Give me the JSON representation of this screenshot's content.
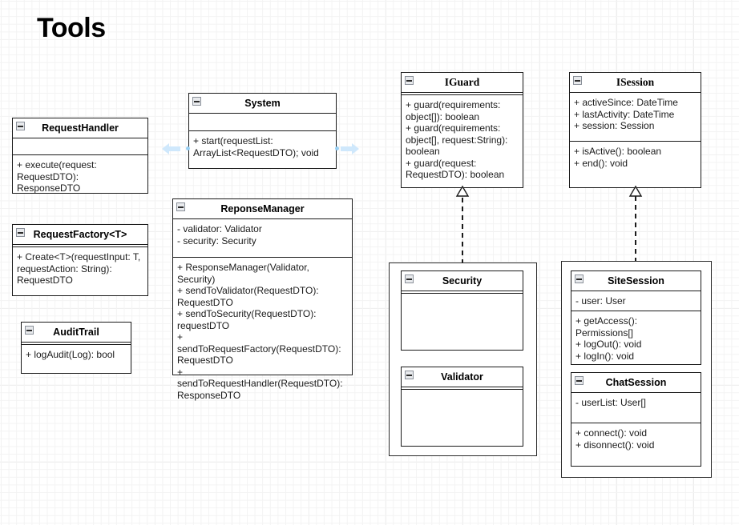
{
  "diagram": {
    "title": "Tools"
  },
  "icons": {
    "collapse": "collapse-minus-icon",
    "hover_left": "hover-arrow-left-icon",
    "hover_right": "hover-arrow-right-icon"
  },
  "classes": {
    "request_handler": {
      "name": "RequestHandler",
      "attributes": [],
      "methods": [
        "+ execute(request:",
        "RequestDTO): ResponseDTO"
      ]
    },
    "request_factory": {
      "name": "RequestFactory<T>",
      "attributes": [],
      "methods": [
        "+ Create<T>(requestInput: T,",
        "requestAction: String):",
        "RequestDTO"
      ]
    },
    "audit_trail": {
      "name": "AuditTrail",
      "attributes": [],
      "methods": [
        "+ logAudit(Log): bool"
      ]
    },
    "system": {
      "name": "System",
      "attributes": [],
      "methods": [
        "+ start(requestList:",
        "ArrayList<RequestDTO); void"
      ]
    },
    "reponse_manager": {
      "name": "ReponseManager",
      "attributes": [
        "- validator: Validator",
        "- security: Security"
      ],
      "methods": [
        "+ ResponseManager(Validator, Security)",
        "+ sendToValidator(RequestDTO):",
        "RequestDTO",
        "+ sendToSecurity(RequestDTO):",
        "requestDTO",
        "+ sendToRequestFactory(RequestDTO):",
        "RequestDTO",
        "+ sendToRequestHandler(RequestDTO):",
        "ResponseDTO"
      ]
    },
    "iguard": {
      "name": "IGuard",
      "is_interface": true,
      "attributes": [],
      "methods": [
        "+ guard(requirements:",
        "object[]): boolean",
        "+ guard(requirements:",
        "object[], request:String):",
        "boolean",
        "+ guard(request:",
        "RequestDTO): boolean"
      ]
    },
    "isession": {
      "name": "ISession",
      "is_interface": true,
      "attributes": [
        "+ activeSince: DateTime",
        "+ lastActivity: DateTime",
        "+ session: Session"
      ],
      "methods": [
        "+ isActive(): boolean",
        "+ end(): void"
      ]
    },
    "security": {
      "name": "Security",
      "attributes": [],
      "methods": []
    },
    "validator": {
      "name": "Validator",
      "attributes": [],
      "methods": []
    },
    "site_session": {
      "name": "SiteSession",
      "attributes": [
        "- user: User"
      ],
      "methods": [
        "+ getAccess(): Permissions[]",
        "+ logOut(): void",
        "+ logIn(): void"
      ]
    },
    "chat_session": {
      "name": "ChatSession",
      "attributes": [
        "- userList: User[]"
      ],
      "methods": [
        "+ connect(): void",
        "+ disonnect(): void"
      ]
    }
  },
  "connectors": [
    {
      "name": "security-realizes-iguard",
      "type": "realization",
      "from": "security-group",
      "to": "IGuard",
      "style": "dashed-hollow-triangle"
    },
    {
      "name": "session-group-realizes-isession",
      "type": "realization",
      "from": "session-group",
      "to": "ISession",
      "style": "dashed-hollow-triangle"
    }
  ],
  "colors": {
    "stroke": "#1a1a1a",
    "fill": "#ffffff",
    "grid_minor": "#f3f3f3",
    "grid_major": "#e8e8e8",
    "hover_arrow": "#cfe8fc",
    "endpoint_dot": "#9ad1f5",
    "collapse_icon_fill": "#e8eaed"
  }
}
